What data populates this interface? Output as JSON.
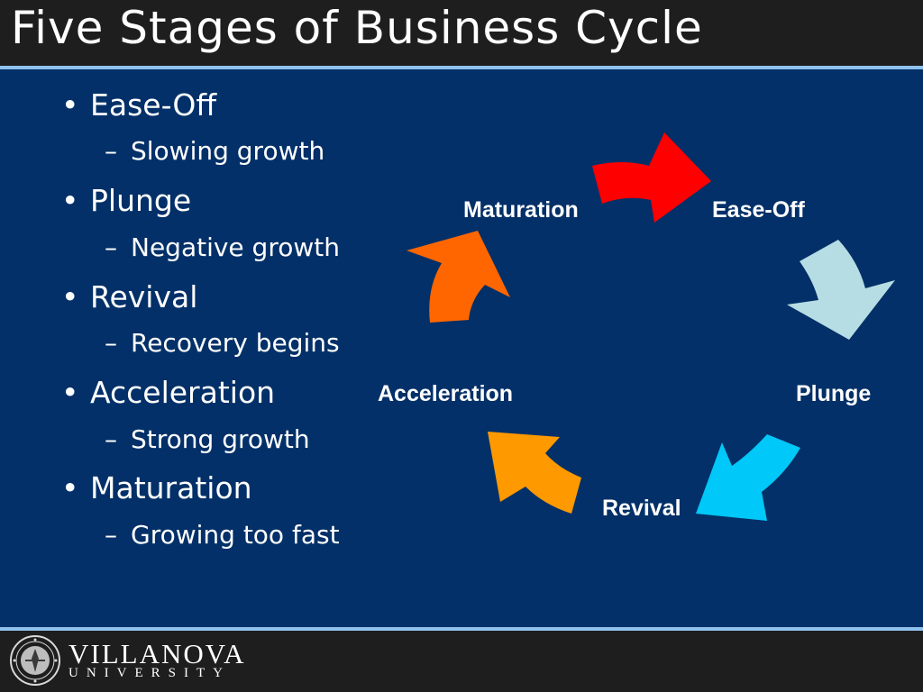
{
  "title": "Five Stages of Business Cycle",
  "bullets": [
    {
      "label": "Ease-Off",
      "sub": "Slowing growth"
    },
    {
      "label": "Plunge",
      "sub": "Negative growth"
    },
    {
      "label": "Revival",
      "sub": "Recovery begins"
    },
    {
      "label": "Acceleration",
      "sub": "Strong growth"
    },
    {
      "label": "Maturation",
      "sub": "Growing too fast"
    }
  ],
  "bullet_symbol": "•",
  "sub_symbol": "–",
  "cycle": {
    "stages": [
      {
        "label": "Maturation"
      },
      {
        "label": "Ease-Off"
      },
      {
        "label": "Plunge"
      },
      {
        "label": "Revival"
      },
      {
        "label": "Acceleration"
      }
    ],
    "arrow_colors": {
      "maturation_to_easeoff": "#ff0000",
      "easeoff_to_plunge": "#b7dde4",
      "plunge_to_revival": "#00c8f8",
      "revival_to_acceleration": "#ff9900",
      "acceleration_to_maturation": "#ff6600"
    }
  },
  "footer": {
    "logo_name": "VILLANOVA",
    "logo_sub": "UNIVERSITY"
  }
}
